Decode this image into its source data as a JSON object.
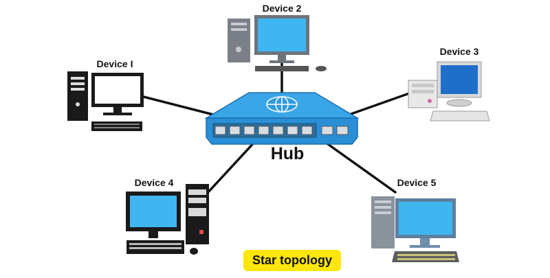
{
  "diagram": {
    "hub": {
      "label": "Hub"
    },
    "devices": [
      {
        "id": "device1",
        "label": "Device I"
      },
      {
        "id": "device2",
        "label": "Device 2"
      },
      {
        "id": "device3",
        "label": "Device 3"
      },
      {
        "id": "device4",
        "label": "Device 4"
      },
      {
        "id": "device5",
        "label": "Device 5"
      }
    ],
    "caption": "Star topology",
    "colors": {
      "hub_body": "#2a8fd6",
      "hub_top": "#3aa6e8",
      "hub_side": "#1b6eb0",
      "screen_blue": "#3fb6ef",
      "caption_bg": "#fde60b",
      "cable": "#111111"
    }
  }
}
